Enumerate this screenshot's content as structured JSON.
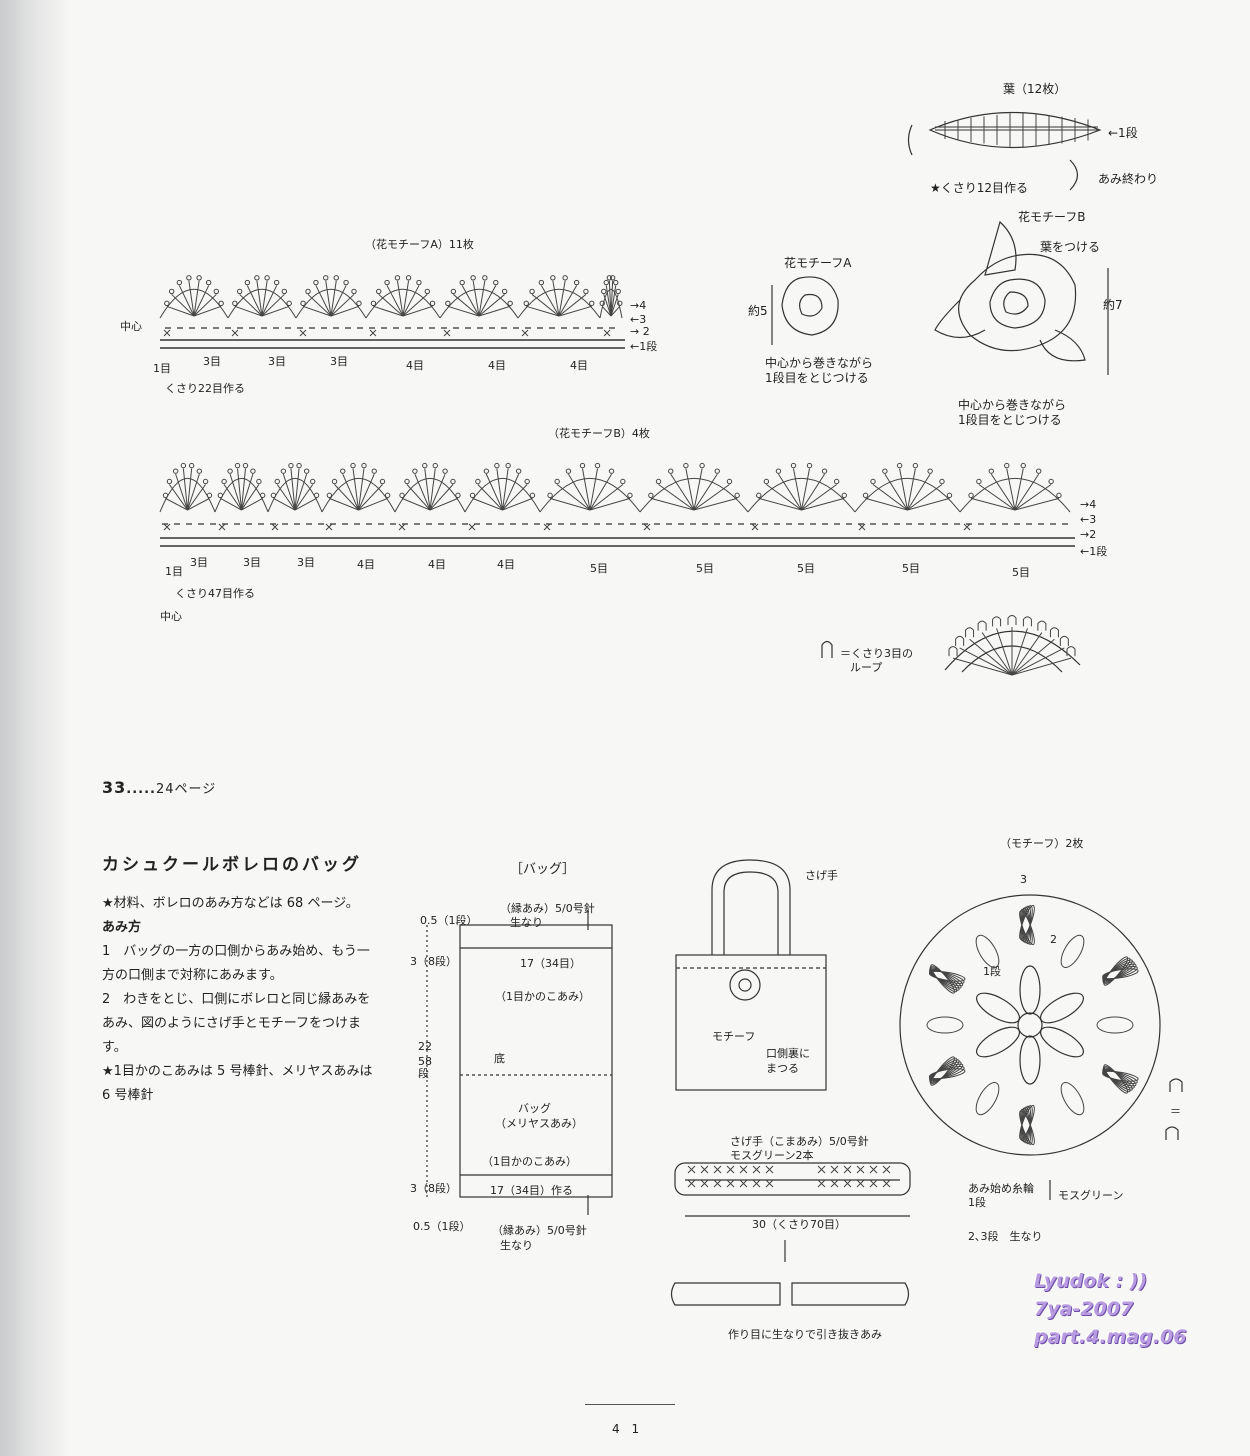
{
  "top": {
    "leaf_label": "葉（12枚）",
    "leaf_row1": "←1段",
    "leaf_end": "あみ終わり",
    "leaf_start": "★くさり12目作る",
    "flowerB_title": "花モチーフB",
    "flowerB_leaf": "葉をつける",
    "flowerB_size": "約7",
    "flowerB_note1": "中心から巻きながら",
    "flowerB_note2": "1段目をとじつける",
    "flowerA_title": "花モチーフA",
    "flowerA_size": "約5",
    "flowerA_note1": "中心から巻きながら",
    "flowerA_note2": "1段目をとじつける",
    "chartA_title": "（花モチーフA）11枚",
    "chartA_center": "中心",
    "chartA_rows": [
      "→4",
      "←3",
      "→ 2",
      "←1段"
    ],
    "chartA_counts": [
      "3目",
      "3目",
      "3目",
      "4目",
      "4目",
      "4目"
    ],
    "chartA_first": "1目",
    "chartA_chain": "くさり22目作る",
    "chartB_title": "（花モチーフB）4枚",
    "chartB_rows": [
      "→4",
      "←3",
      "→2",
      "←1段"
    ],
    "chartB_counts": [
      "3目",
      "3目",
      "3目",
      "4目",
      "4目",
      "4目",
      "5目",
      "5目",
      "5目",
      "5目",
      "5目"
    ],
    "chartB_first": "1目",
    "chartB_chain": "くさり47目作る",
    "chartB_center": "中心",
    "loop_legend1": "＝くさり3目の",
    "loop_legend2": "ループ"
  },
  "section": {
    "number": "33",
    "dots": ".....",
    "page_ref": "24ページ",
    "title": "カシュクールボレロのバッグ",
    "lines": [
      "★材料、ボレロのあみ方などは 68 ページ。",
      "あみ方",
      "1　バッグの一方の口側からあみ始め、もう一方の口側まで対称にあみます。",
      "2　わきをとじ、口側にボレロと同じ縁あみをあみ、図のようにさげ手とモチーフをつけます。",
      "★1目かのこあみは 5 号棒針、メリヤスあみは 6 号棒針"
    ]
  },
  "bag": {
    "label": "［バッグ］",
    "top_edge1": "（縁あみ）5/0号針",
    "top_edge2": "生なり",
    "h_05_top": "0.5（1段）",
    "h_3_top": "3（8段）",
    "w_top": "17（34目）",
    "moss_top": "（1目かのこあみ）",
    "h_22": "22",
    "h_58": "58段",
    "bottom": "底",
    "body1": "バッグ",
    "body2": "（メリヤスあみ）",
    "moss_bottom": "（1目かのこあみ）",
    "h_3_bottom": "3（8段）",
    "w_bottom": "17（34目）作る",
    "h_05_bottom": "0.5（1段）",
    "bottom_edge1": "（縁あみ）5/0号針",
    "bottom_edge2": "生なり"
  },
  "tote": {
    "handle": "さげ手",
    "motif": "モチーフ",
    "sew1": "口側裏に",
    "sew2": "まつる"
  },
  "strap": {
    "title1": "さげ手（こまあみ）5/0号針",
    "title2": "モスグリーン2本",
    "length": "30（くさり70目）",
    "note": "作り目に生なりで引き抜きあみ"
  },
  "motif": {
    "title": "（モチーフ）2枚",
    "r3": "3",
    "r2": "2",
    "r1": "1段",
    "legend_eq": "＝",
    "key1": "あみ始め糸輪",
    "key2": "1段",
    "key_color": "モスグリーン",
    "key3": "2､3段　生なり"
  },
  "watermark": [
    "Lyudok : ))",
    "7ya-2007",
    "part.4.mag.06"
  ],
  "page_number": "4 1"
}
